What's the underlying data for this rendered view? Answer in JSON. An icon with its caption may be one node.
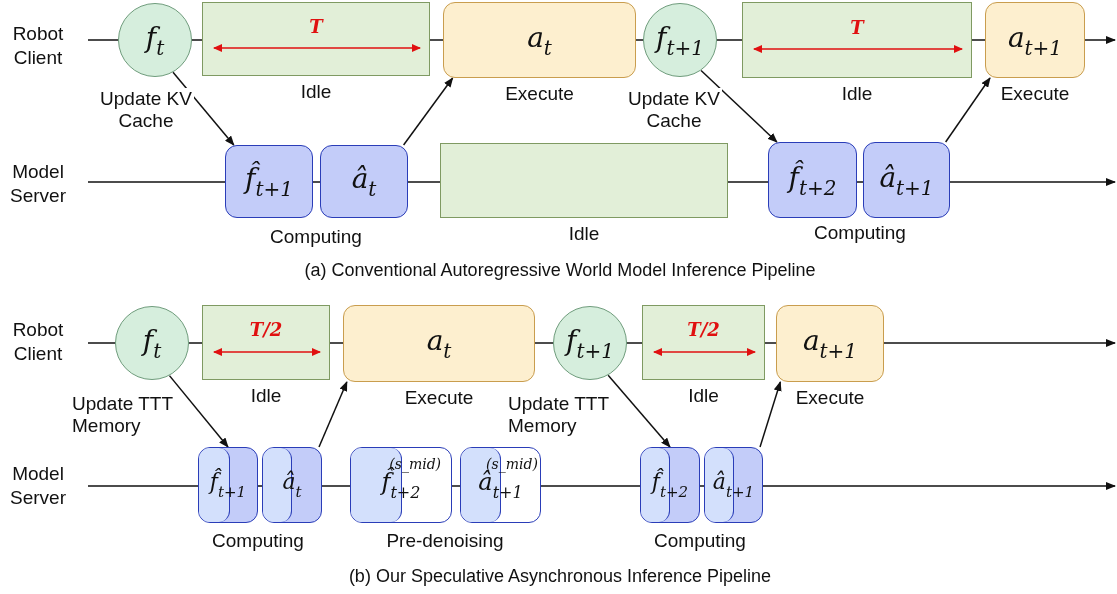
{
  "diagram": {
    "nodes": [
      {
        "text": [
          "f$_{t}$"
        ]
      },
      {
        "text": [
          "T"
        ],
        "beside": [
          "Idle"
        ]
      },
      {
        "text": [
          "a$_{t}$"
        ],
        "beside": [
          "Execute"
        ]
      },
      {
        "text": [
          "f$_{t+1}$"
        ]
      },
      {
        "text": [
          "T"
        ],
        "beside": [
          "Idle"
        ]
      },
      {
        "text": [
          "a$_{t+1}$"
        ],
        "beside": [
          "Execute"
        ]
      },
      {
        "text": [
          "f̂$_{t+1}$"
        ]
      },
      {
        "text": [
          "â$_{t}$"
        ]
      },
      {
        "text": [],
        "shape": "box",
        "beside": [
          "Idle"
        ]
      },
      {
        "text": [
          "f̂$_{t+2}$"
        ]
      },
      {
        "text": [
          "â$_{t+1}$"
        ]
      },
      {
        "text": [
          "f$_{t}$"
        ]
      },
      {
        "text": [
          "T/2"
        ],
        "beside": [
          "Idle"
        ]
      },
      {
        "text": [
          "a$_{t}$"
        ],
        "beside": [
          "Execute"
        ]
      },
      {
        "text": [
          "f$_{t+1}$"
        ]
      },
      {
        "text": [
          "T/2"
        ],
        "beside": [
          "Idle"
        ]
      },
      {
        "text": [
          "a$_{t+1}$"
        ],
        "beside": [
          "Execute"
        ]
      },
      {
        "text": [
          "f̂$_{t+1}$"
        ]
      },
      {
        "text": [
          "â$_{t}$"
        ]
      },
      {
        "text": [
          "f̂$_{t+2}$$^{(s_mid)}$"
        ]
      },
      {
        "text": [
          "â$_{t+1}$$^{(s_mid)}$"
        ]
      },
      {
        "text": [
          "f̂$_{t+2}$"
        ]
      },
      {
        "text": [
          "â$_{t+1}$"
        ]
      }
    ],
    "edges": [
      {
        "from": 0,
        "to": 6,
        "arrow": "to",
        "label": "Update KV Cache"
      },
      {
        "from": 7,
        "to": 2,
        "arrow": "to"
      },
      {
        "from": 3,
        "to": 9,
        "arrow": "to",
        "label": "Update KV Cache"
      },
      {
        "from": 10,
        "to": 5,
        "arrow": "to"
      },
      {
        "from": 11,
        "to": 17,
        "arrow": "to",
        "label": "Update TTT Memory"
      },
      {
        "from": 18,
        "to": 13,
        "arrow": "to"
      },
      {
        "from": 14,
        "to": 21,
        "arrow": "to",
        "label": "Update TTT Memory"
      },
      {
        "from": 22,
        "to": 16,
        "arrow": "to"
      }
    ],
    "labels": [
      "Robot Client",
      "Model Server",
      "Computing",
      "Computing",
      "(a) Conventional Autoregressive World Model Inference Pipeline",
      "Robot Client",
      "Model Server",
      "Computing",
      "Pre-denoising",
      "Computing",
      "(b) Our Speculative Asynchronous Inference Pipeline"
    ]
  }
}
